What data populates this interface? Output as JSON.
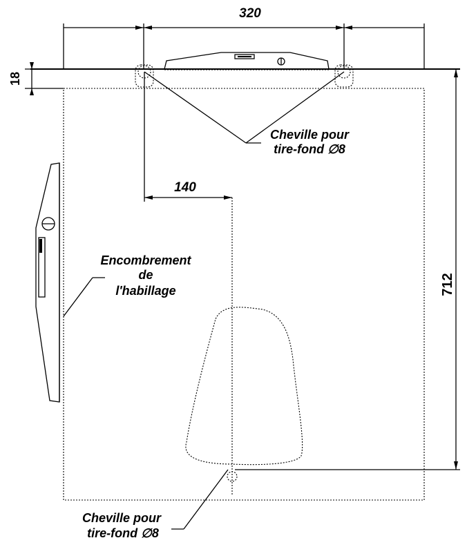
{
  "dimensions": {
    "top_width": "320",
    "left_height": "18",
    "offset": "140",
    "right_height": "712"
  },
  "labels": {
    "anchor_top_line1": "Cheville pour",
    "anchor_top_line2": "tire-fond ∅8",
    "clearance_line1": "Encombrement",
    "clearance_line2": "de",
    "clearance_line3": "l'habillage",
    "anchor_bottom_line1": "Cheville pour",
    "anchor_bottom_line2": "tire-fond ∅8"
  },
  "colors": {
    "ink": "#000000",
    "background": "#ffffff"
  }
}
